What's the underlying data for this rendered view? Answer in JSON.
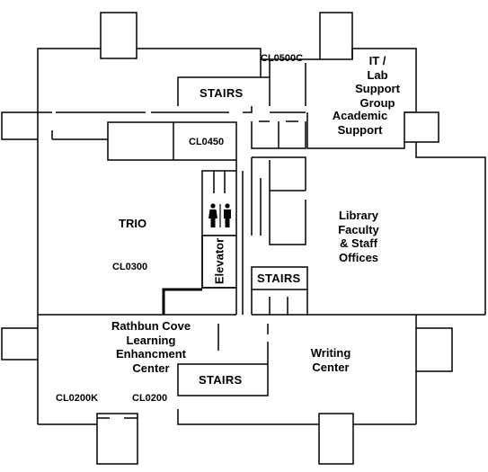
{
  "rooms": {
    "cl0500c": "CL0500C",
    "it_lab": "IT /\nLab\nSupport\nGroup",
    "academic_support": "Academic\nSupport",
    "cl0450": "CL0450",
    "trio": "TRIO",
    "cl0300": "CL0300",
    "library_offices": "Library\nFaculty\n& Staff\nOffices",
    "rathbun": "Rathbun Cove\nLearning\nEnhancment\nCenter",
    "writing_center": "Writing\nCenter",
    "cl0200k": "CL0200K",
    "cl0200": "CL0200"
  },
  "features": {
    "stairs_top": "STAIRS",
    "stairs_middle": "STAIRS",
    "stairs_bottom": "STAIRS",
    "elevator": "Elevator",
    "restroom_icon": "restroom-icon"
  },
  "colors": {
    "wall": "#000000",
    "background": "#ffffff",
    "text": "#000000"
  }
}
